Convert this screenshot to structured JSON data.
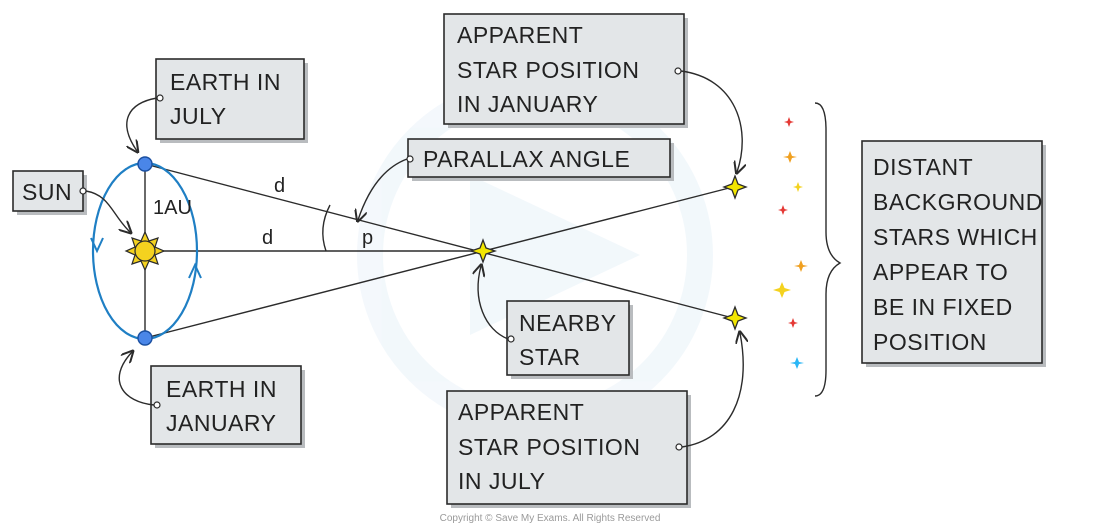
{
  "labels": {
    "sun": "SUN",
    "earth_july": [
      "EARTH IN",
      "JULY"
    ],
    "earth_january": [
      "EARTH IN",
      "JANUARY"
    ],
    "au": "1AU",
    "d_upper": "d",
    "d_lower": "d",
    "p": "p",
    "parallax_angle": "PARALLAX ANGLE",
    "nearby_star": [
      "NEARBY",
      "STAR"
    ],
    "apparent_january": [
      "APPARENT",
      "STAR POSITION",
      "IN JANUARY"
    ],
    "apparent_july": [
      "APPARENT",
      "STAR POSITION",
      "IN JULY"
    ],
    "distant_stars": [
      "DISTANT",
      "BACKGROUND",
      "STARS WHICH",
      "APPEAR TO",
      "BE IN FIXED",
      "POSITION"
    ]
  },
  "copyright": "Copyright © Save My Exams. All Rights Reserved",
  "colors": {
    "orbit": "#1f7fc4",
    "earth": "#4a86e8",
    "sun": "#f4d21f",
    "star": "#f2e600",
    "label_box": "#e3e6e8",
    "background_star_red": "#e53935",
    "background_star_orange": "#f0a020",
    "background_star_yellow": "#f4d21f",
    "background_star_cyan": "#29b6f6"
  }
}
